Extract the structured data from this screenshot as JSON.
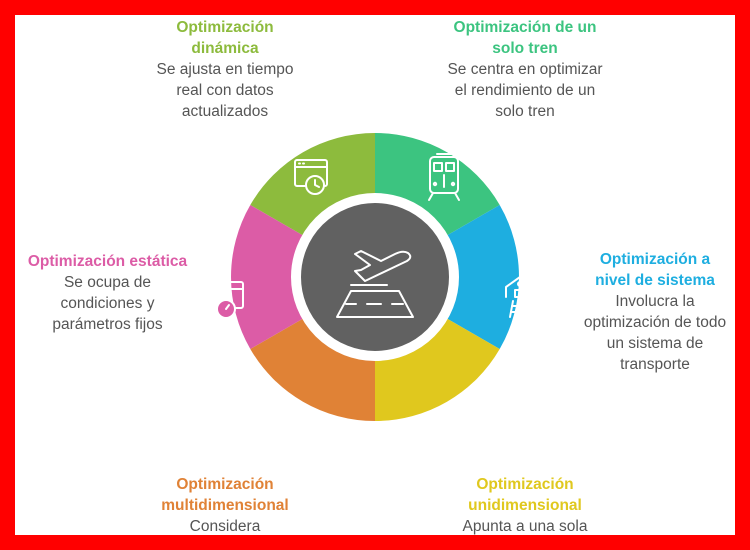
{
  "colors": {
    "border": "#ff0000",
    "hub": "#616161",
    "dinamica": "#8dbb3d",
    "solo_tren": "#3cc480",
    "sistema": "#1eaee0",
    "unidimensional": "#e0c81e",
    "multidimensional": "#e08236",
    "estatica": "#dc5ca6"
  },
  "segments": [
    {
      "id": "dinamica",
      "icon": "browser-clock-icon",
      "title": "Optimización dinámica",
      "desc": "Se ajusta en tiempo real con datos actualizados"
    },
    {
      "id": "solo_tren",
      "icon": "train-icon",
      "title": "Optimización de un solo tren",
      "desc": "Se centra en optimizar el rendimiento de un solo tren"
    },
    {
      "id": "sistema",
      "icon": "station-track-icon",
      "title": "Optimización a nivel de sistema",
      "desc": "Involucra la optimización de todo un sistema de transporte"
    },
    {
      "id": "unidimensional",
      "icon": "gear-chart-icon",
      "title": "Optimización unidimensional",
      "desc": "Apunta a una sola"
    },
    {
      "id": "multidimensional",
      "icon": "gear-arrows-icon",
      "title": "Optimización multidimensional",
      "desc": "Considera"
    },
    {
      "id": "estatica",
      "icon": "browser-stopwatch-icon",
      "title": "Optimización estática",
      "desc": "Se ocupa de condiciones y parámetros fijos"
    }
  ],
  "hub": {
    "icon": "airplane-runway-icon"
  }
}
